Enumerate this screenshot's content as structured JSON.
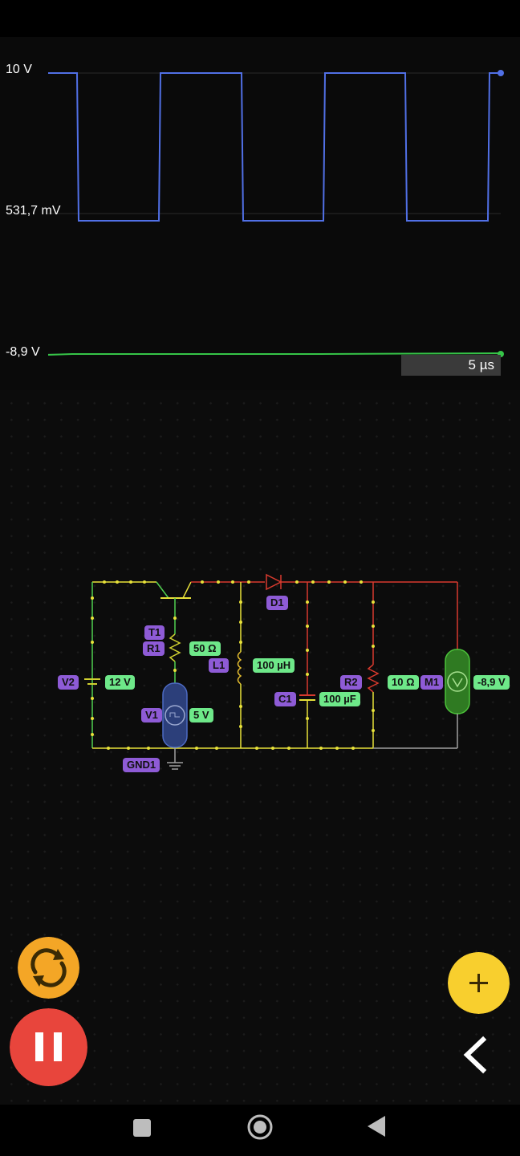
{
  "oscilloscope": {
    "y_labels": {
      "top": "10 V",
      "mid": "531,7 mV",
      "bottom": "-8,9 V"
    },
    "time_scale": "5 µs",
    "colors": {
      "trace_1": "#5170e6",
      "trace_2": "#36c548"
    }
  },
  "toolbar": {
    "icons": [
      "gear-icon",
      "eye-off-icon",
      "close-icon"
    ]
  },
  "circuit": {
    "labels": {
      "t1": "T1",
      "r1": "R1",
      "r1_value": "50 Ω",
      "l1": "L1",
      "l1_value": "100 µH",
      "v2": "V2",
      "v2_value": "12 V",
      "v1": "V1",
      "v1_value": "5 V",
      "c1": "C1",
      "c1_value": "100 µF",
      "r2": "R2",
      "r2_value": "10 Ω",
      "m1": "M1",
      "m1_value": "-8,9 V",
      "d1": "D1",
      "gnd1": "GND1"
    },
    "colors": {
      "high": "#e8e23a",
      "mid": "#d83a2e",
      "low": "#a0a0a0",
      "green": "#50d050"
    }
  },
  "controls": {
    "icons": [
      "refresh-icon",
      "pause-icon",
      "plus-icon",
      "back-chevron-icon"
    ],
    "colors": {
      "refresh": "#f4a626",
      "pause": "#e8453c",
      "add": "#f8cf2e"
    }
  },
  "navbar": {
    "icons": [
      "recents-icon",
      "home-icon",
      "back-icon"
    ]
  }
}
